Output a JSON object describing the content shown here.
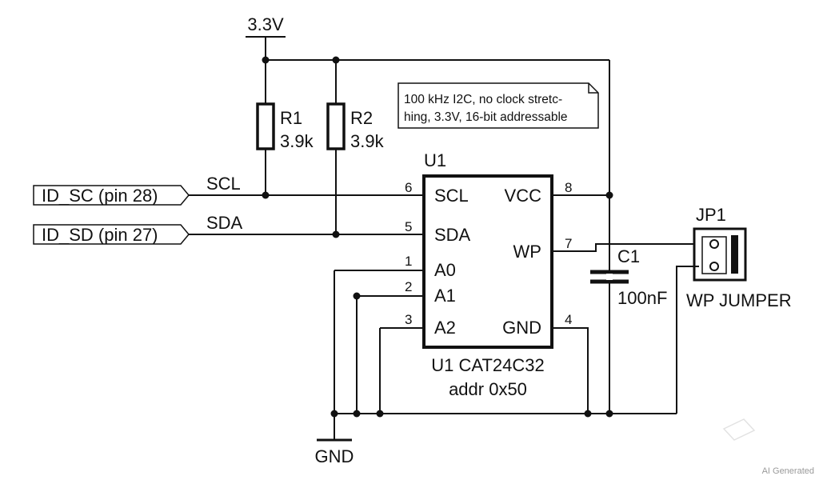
{
  "power": {
    "supply_label": "3.3V",
    "ground_label": "GND"
  },
  "note": {
    "line1": "100 kHz I2C, no clock stretc-",
    "line2": "hing, 3.3V, 16-bit addressable"
  },
  "resistors": [
    {
      "ref": "R1",
      "value": "3.9k"
    },
    {
      "ref": "R2",
      "value": "3.9k"
    }
  ],
  "ports": [
    {
      "label": "ID_SC (pin 28)",
      "net": "SCL"
    },
    {
      "label": "ID_SD (pin 27)",
      "net": "SDA"
    }
  ],
  "ic": {
    "ref": "U1",
    "part": "U1 CAT24C32",
    "addr": "addr 0x50",
    "left_pins": [
      {
        "num": "6",
        "name": "SCL"
      },
      {
        "num": "5",
        "name": "SDA"
      },
      {
        "num": "1",
        "name": "A0"
      },
      {
        "num": "2",
        "name": "A1"
      },
      {
        "num": "3",
        "name": "A2"
      }
    ],
    "right_pins": [
      {
        "num": "8",
        "name": "VCC"
      },
      {
        "num": "7",
        "name": "WP"
      },
      {
        "num": "4",
        "name": "GND"
      }
    ]
  },
  "capacitor": {
    "ref": "C1",
    "value": "100nF"
  },
  "jumper": {
    "ref": "JP1",
    "label": "WP JUMPER"
  },
  "watermark": "AI Generated"
}
